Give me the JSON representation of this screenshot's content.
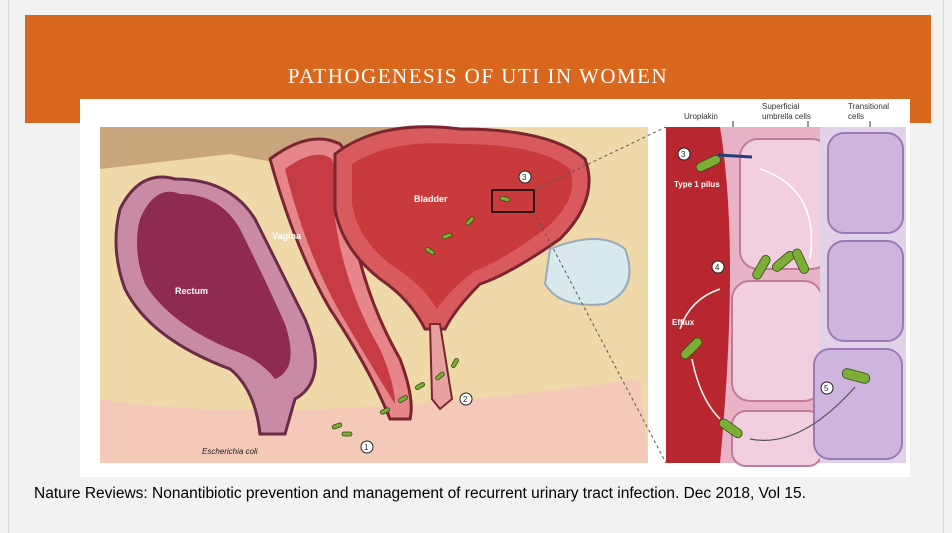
{
  "slide": {
    "title": "PATHOGENESIS OF UTI IN WOMEN",
    "caption": "Nature Reviews: Nonantibiotic prevention and management of recurrent urinary tract infection. Dec 2018, Vol 15."
  },
  "diagram": {
    "labels": {
      "rectum": "Rectum",
      "vagina": "Vagina",
      "bladder": "Bladder",
      "ecoli": "Escherichia coli",
      "uroplakin": "Uroplakin",
      "superficial_1": "Superficial",
      "superficial_2": "umbrella cells",
      "transitional_1": "Transitional",
      "transitional_2": "cells",
      "type1_pilus": "Type 1 pilus",
      "efflux": "Efflux"
    },
    "steps": [
      "1",
      "2",
      "3",
      "3",
      "4",
      "5"
    ],
    "colors": {
      "banner": "#d9671d",
      "bacteria": "#7cae35",
      "bladder": "#c93a3c",
      "rectum": "#8f2a52",
      "umbrella_cell": "#f2cfe0",
      "transitional_cell": "#cdb5de"
    }
  }
}
